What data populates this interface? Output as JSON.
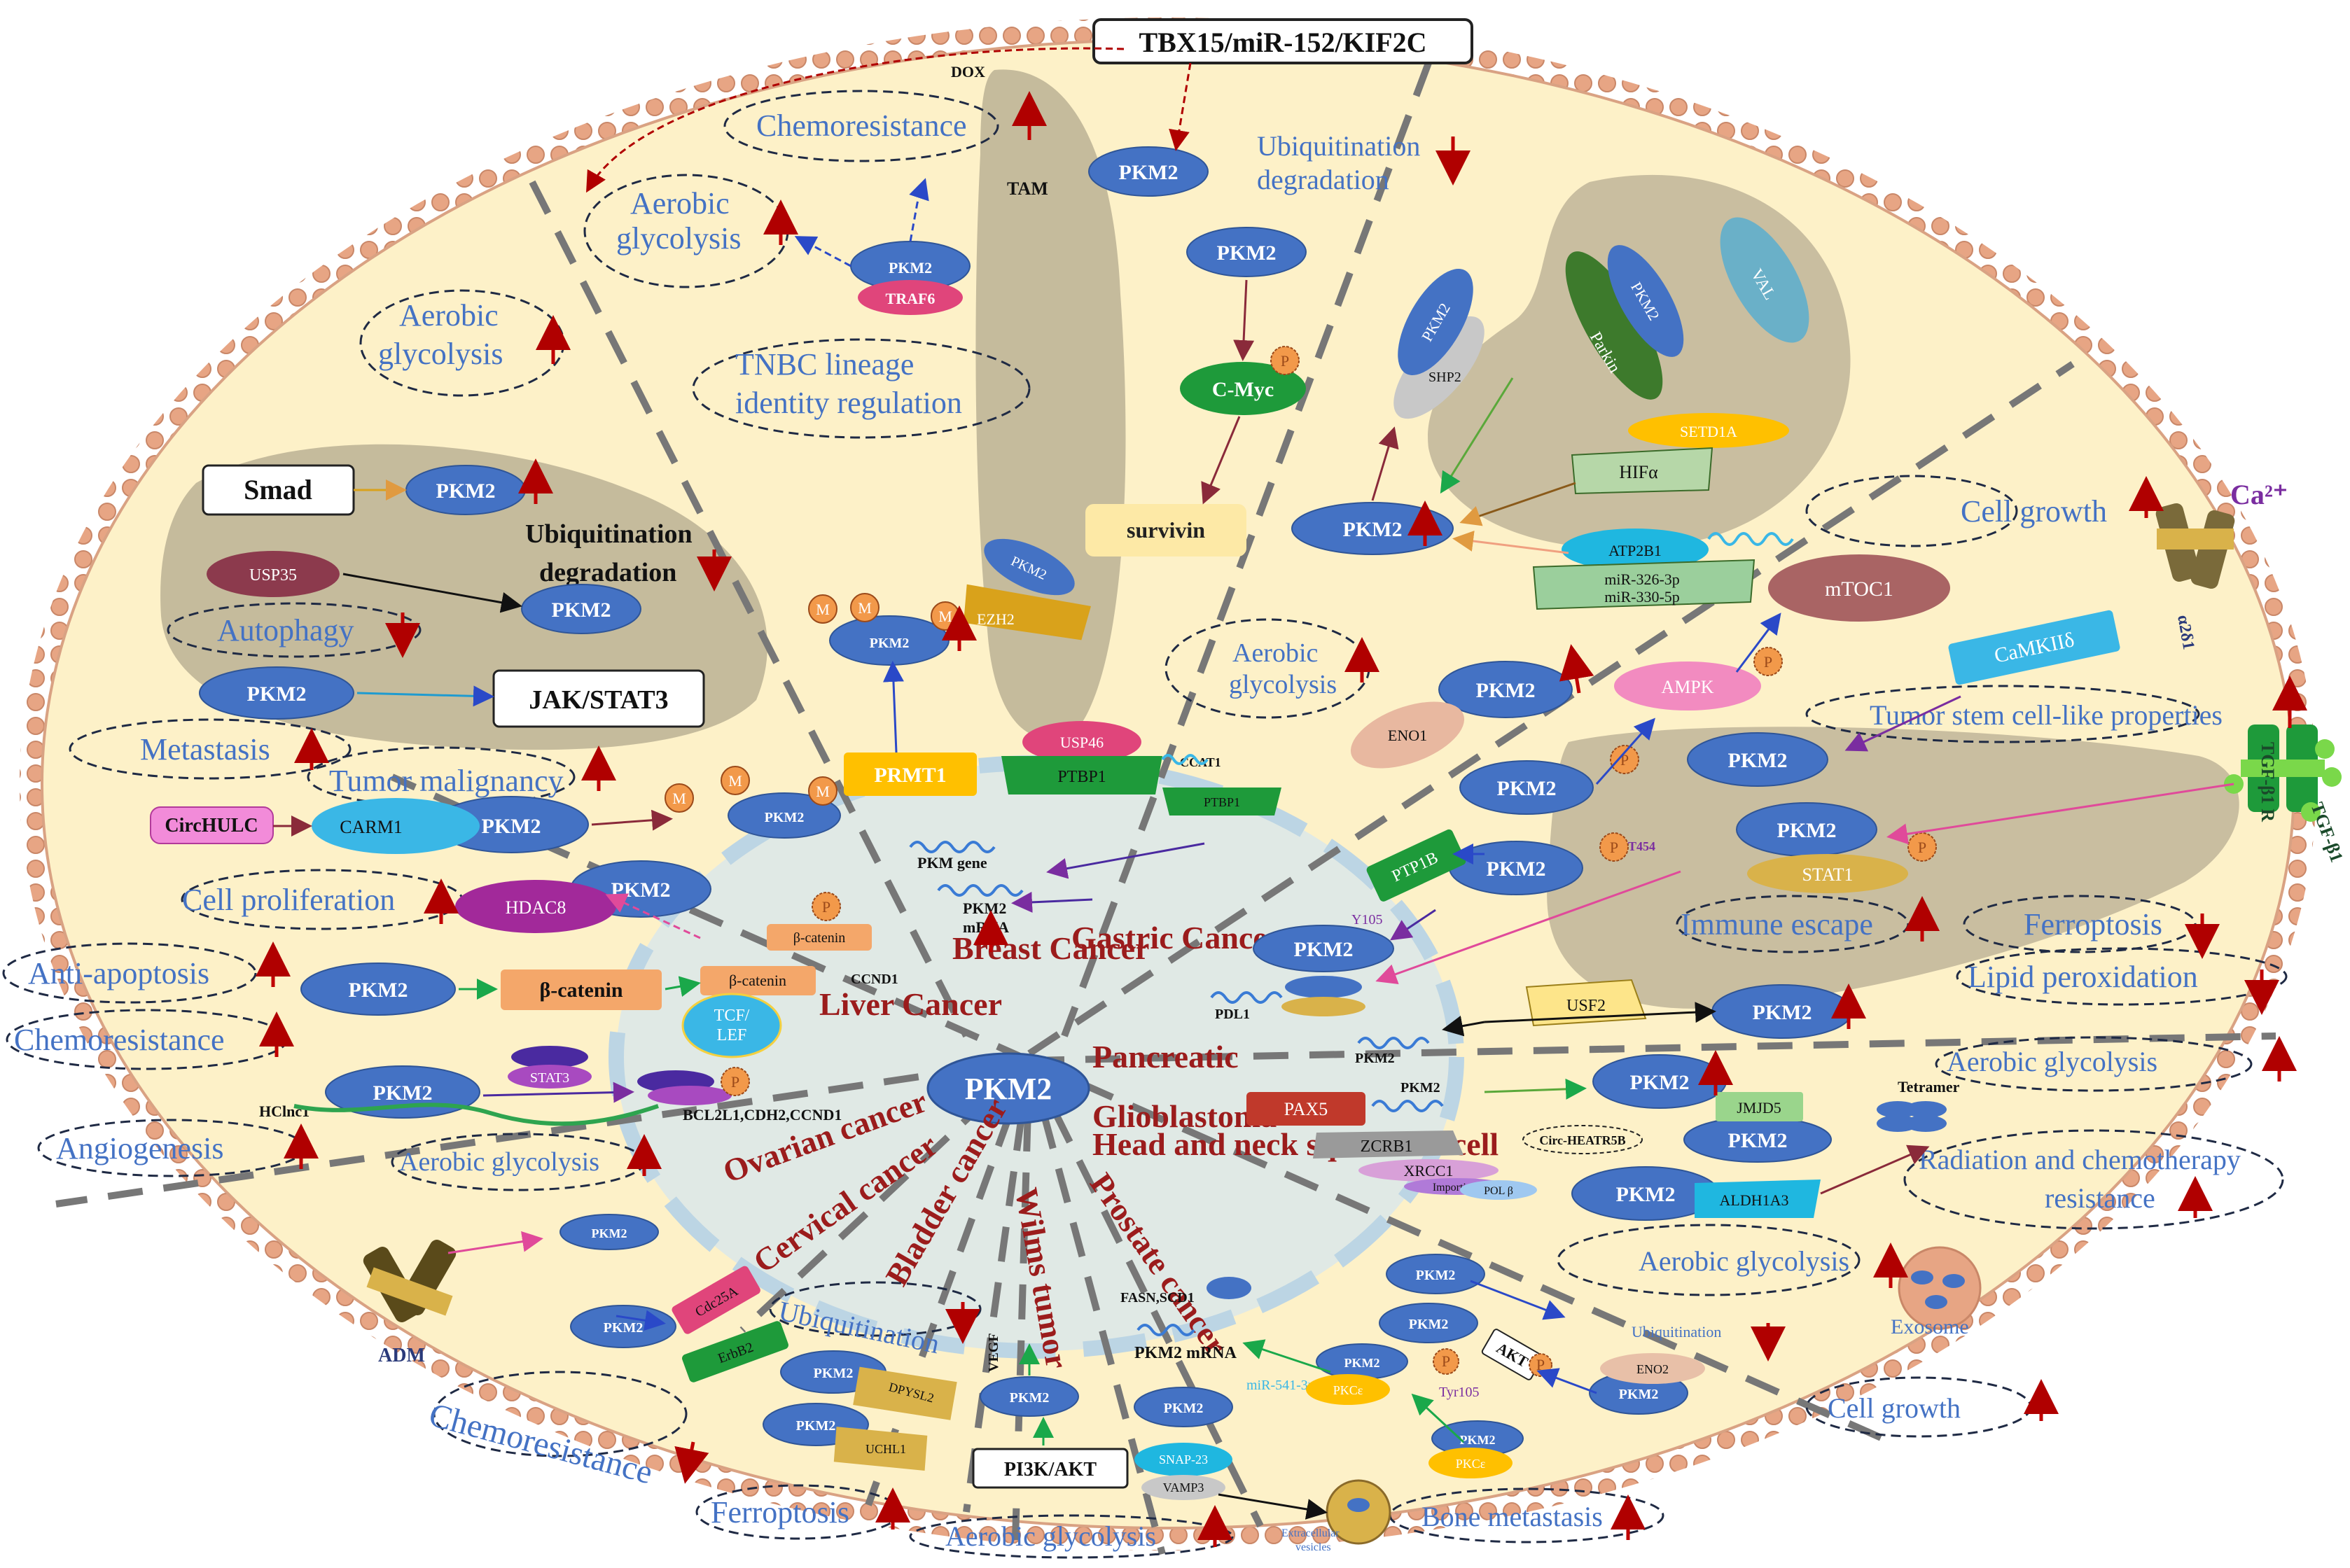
{
  "diagram": {
    "center": "PKM2",
    "header_box": "TBX15/miR-152/KIF2C",
    "cancers": {
      "breast": "Breast Cancer",
      "gastric": "Gastric Cancer",
      "liver": "Liver Cancer",
      "pancreatic": "Pancreatic",
      "glioblastoma": "Glioblastoma",
      "head_neck": "Head and neck squamous cell",
      "ovarian": "Ovarian cancer",
      "cervical": "Cervical cancer",
      "bladder": "Bladder cancer",
      "wilms": "Wilms tumor",
      "prostate": "Prostate cancer"
    },
    "nodes": {
      "pkm2": "PKM2",
      "traf6": "TRAF6",
      "smad": "Smad",
      "usp35": "USP35",
      "jak_stat3": "JAK/STAT3",
      "circhulc": "CircHULC",
      "carm1": "CARM1",
      "hdac8": "HDAC8",
      "beta_catenin": "β-catenin",
      "tcf_lef_1": "TCF/",
      "tcf_lef_2": "LEF",
      "stat3": "STAT3",
      "hclnc1": "HClnc1",
      "ccnd1": "CCND1",
      "bcl_genes": "BCL2L1,CDH2,CCND1",
      "pkm_gene": "PKM gene",
      "pkm2_mrna_1": "PKM2",
      "pkm2_mrna_2": "mRNA",
      "prmt1": "PRMT1",
      "usp46": "USP46",
      "ptbp1": "PTBP1",
      "ccat1": "CCAT1",
      "ezh2": "EZH2",
      "tam": "TAM",
      "dox": "DOX",
      "c_myc": "C-Myc",
      "survivin": "survivin",
      "shp2": "SHP2",
      "parkin": "Parkin",
      "val": "VAL",
      "setd1a": "SETD1A",
      "hifa": "HIFα",
      "atp2b1": "ATP2B1",
      "mir326": "miR-326-3p",
      "mir330": "miR-330-5p",
      "mtoc1": "mTOC1",
      "ampk": "AMPK",
      "camkii": "CaMKIIδ",
      "eno1": "ENO1",
      "ptp1b": "PTP1B",
      "stat1": "STAT1",
      "t454": "T454",
      "y105": "Y105",
      "pdl1": "PDL1",
      "usf2": "USF2",
      "tetramer": "Tetramer",
      "jmjd5": "JMJD5",
      "pax5": "PAX5",
      "zcrb1": "ZCRB1",
      "xrcc1": "XRCC1",
      "importin": "Importin α",
      "pol_b": "POL β",
      "circ_heatr5b": "Circ-HEATR5B",
      "aldh1a3": "ALDH1A3",
      "exosome": "Exosome",
      "ca2": "Ca²⁺",
      "a2d1": "α2δ1",
      "tgfb1": "TGF-β1",
      "tgfb1r": "TGF-β1 R",
      "adm": "ADM",
      "cdc25a": "Cdc25A",
      "erbb2": "ErbB2",
      "dpysl2": "DPYSL2",
      "uchl1": "UCHL1",
      "pi3k_akt": "PI3K/AKT",
      "vegf": "VEGF",
      "fasn": "FASN,SCD1",
      "pkm2_mrna_full": "PKM2 mRNA",
      "mir541": "miR-541-3p",
      "snap23": "SNAP-23",
      "vamp3": "VAMP3",
      "ev_1": "Extracellular",
      "ev_2": "vesicles",
      "akt": "AKT",
      "pkce": "PKCε",
      "tyr105": "Tyr105",
      "eno2": "ENO2",
      "ubiq_small": "Ubiquitination",
      "p": "P",
      "m": "M"
    },
    "outcomes": {
      "chemoresistance": "Chemoresistance",
      "aerobic_glycolysis": "Aerobic glycolysis",
      "aerobic": "Aerobic",
      "glycolysis": "glycolysis",
      "tnbc_1": "TNBC lineage",
      "tnbc_2": "identity regulation",
      "ubiquitination": "Ubiquitination",
      "degradation": "degradation",
      "autophagy": "Autophagy",
      "metastasis": "Metastasis",
      "tumor_malignancy": "Tumor malignancy",
      "cell_proliferation": "Cell proliferation",
      "anti_apoptosis": "Anti-apoptosis",
      "angiogenesis": "Angiogenesis",
      "cell_growth": "Cell growth",
      "tumor_stem": "Tumor stem cell-like properties",
      "immune_escape": "Immune escape",
      "ferroptosis": "Ferroptosis",
      "lipid_peroxidation": "Lipid peroxidation",
      "radiation_1": "Radiation and chemotherapy",
      "radiation_2": "resistance",
      "bone_metastasis": "Bone metastasis"
    },
    "colors": {
      "cell_fill": "#fdf1c8",
      "membrane": "#e9a98a",
      "pkm2_blue": "#4472c4",
      "outcome_text": "#4472c4",
      "cancer_text": "#9b1c1c",
      "up_arrow": "#c00000",
      "tumor_grey": "#a9a08a",
      "nucleus": "#dde9e8"
    }
  }
}
